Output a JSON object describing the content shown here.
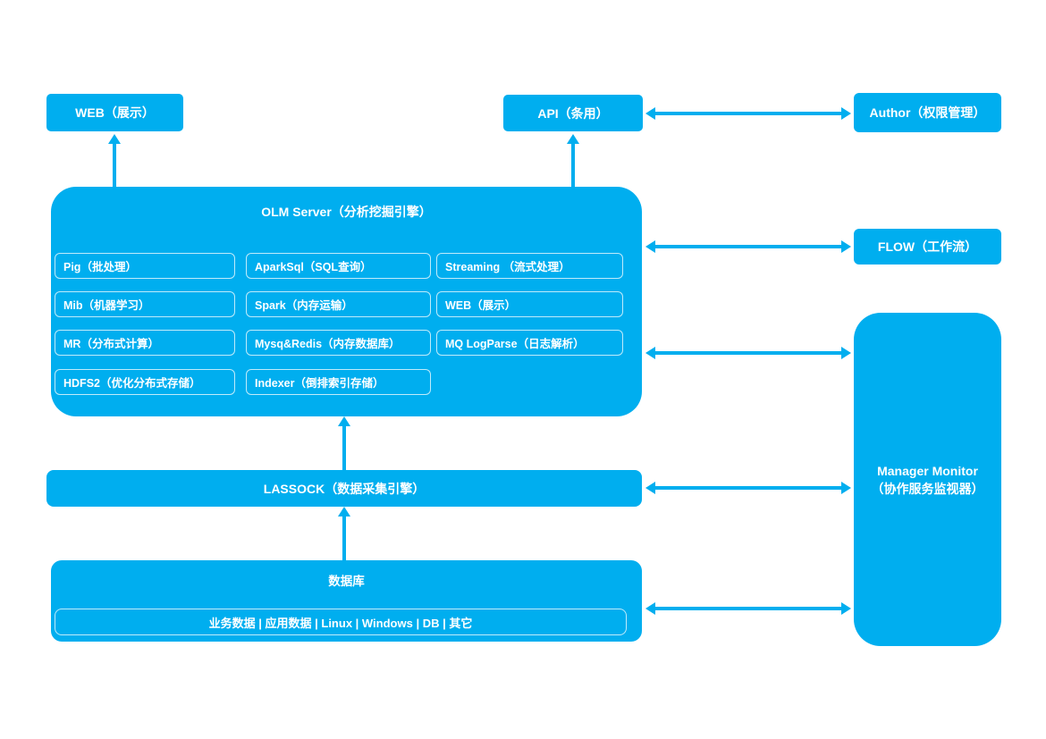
{
  "colors": {
    "primary": "#00AEEF",
    "text": "#FFFFFF"
  },
  "nodes": {
    "web": {
      "label": "WEB（展示）"
    },
    "api": {
      "label": "API（条用）"
    },
    "author": {
      "label": "Author（权限管理）"
    },
    "flow": {
      "label": "FLOW（工作流）"
    },
    "manager": {
      "label_line1": "Manager Monitor",
      "label_line2": "（协作服务监视器）"
    },
    "olm": {
      "title": "OLM Server（分析挖掘引擎）",
      "modules": [
        "Pig（批处理）",
        "AparkSql（SQL查询）",
        "Streaming （流式处理）",
        "Mib（机器学习）",
        "Spark（内存运输）",
        "WEB（展示）",
        "MR（分布式计算）",
        "Mysq&Redis（内存数据库）",
        "MQ LogParse（日志解析）",
        "HDFS2（优化分布式存储）",
        "Indexer（倒排索引存储）"
      ]
    },
    "lassock": {
      "label": "LASSOCK（数据采集引擎）"
    },
    "database": {
      "title": "数据库",
      "sources": "业务数据 | 应用数据 | Linux | Windows | DB | 其它"
    }
  }
}
